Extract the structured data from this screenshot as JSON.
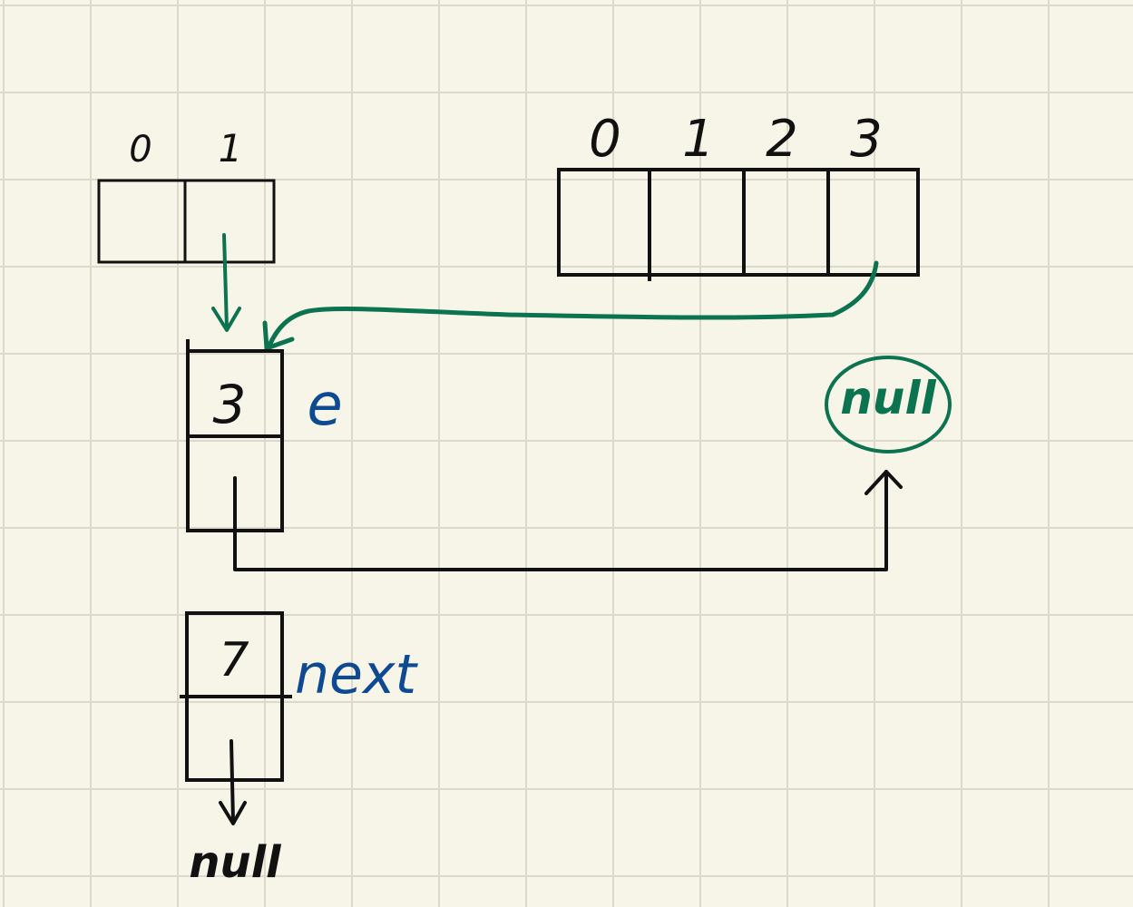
{
  "colors": {
    "background": "#f7f4e8",
    "grid": "#ddd9ca",
    "ink": "#111111",
    "green": "#0c7350",
    "blue": "#0d4a92"
  },
  "old_table": {
    "indices": [
      "0",
      "1"
    ]
  },
  "new_table": {
    "indices": [
      "0",
      "1",
      "2",
      "3"
    ]
  },
  "node_e": {
    "value": "3",
    "label": "e"
  },
  "node_next": {
    "value": "7",
    "label": "next"
  },
  "null_circled": "null",
  "null_bottom": "null"
}
